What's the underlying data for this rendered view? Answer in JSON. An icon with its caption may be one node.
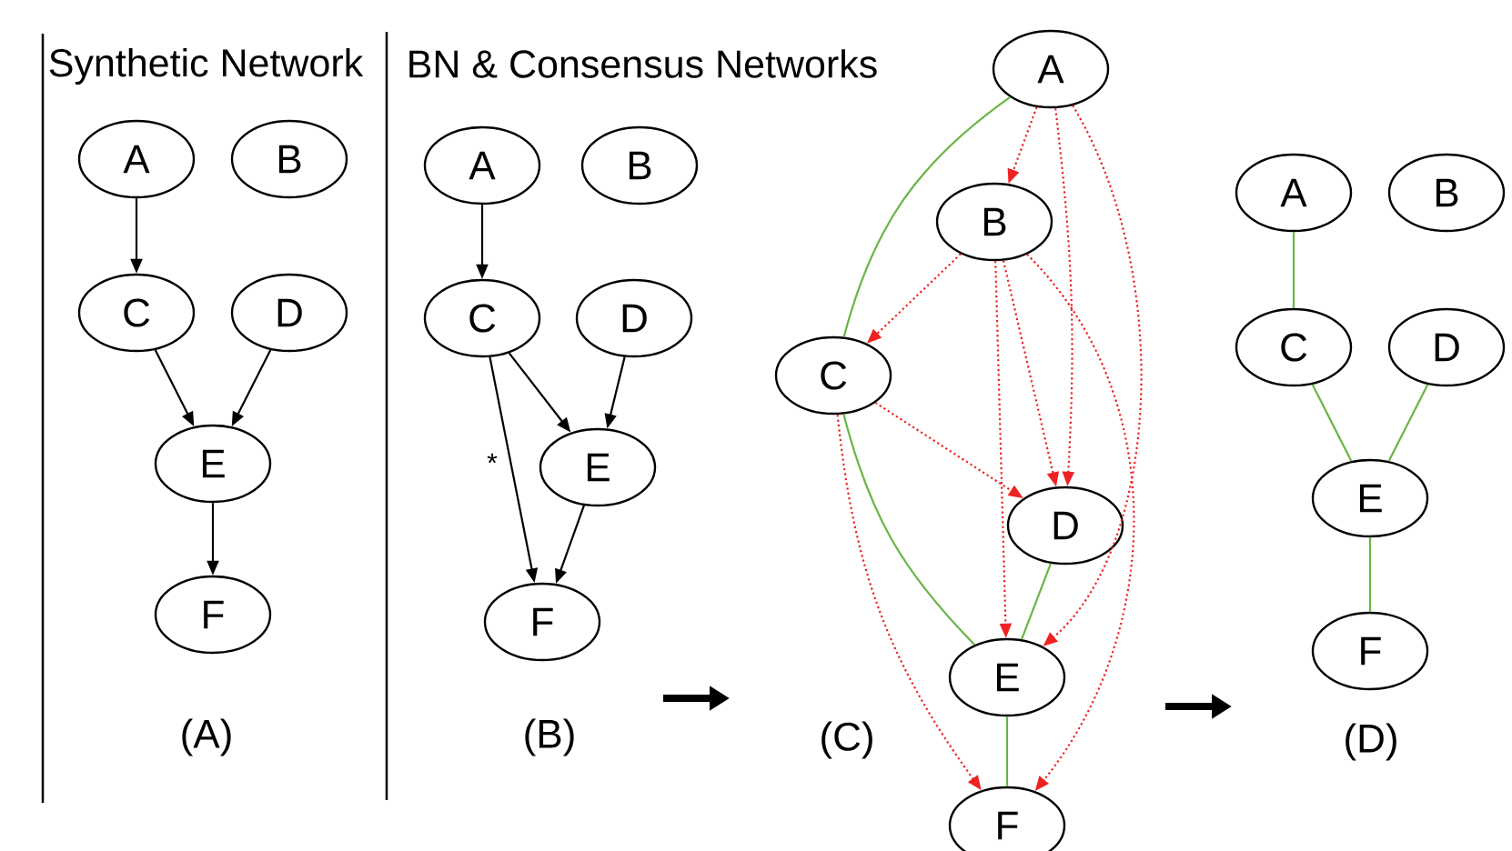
{
  "diagram": {
    "nodes": [
      {
        "text": [
          "A"
        ]
      },
      {
        "text": [
          "B"
        ]
      },
      {
        "text": [
          "C"
        ]
      },
      {
        "text": [
          "D"
        ]
      },
      {
        "text": [
          "E"
        ]
      },
      {
        "text": [
          "F"
        ]
      },
      {
        "text": [
          "A"
        ]
      },
      {
        "text": [
          "B"
        ]
      },
      {
        "text": [
          "C"
        ]
      },
      {
        "text": [
          "D"
        ]
      },
      {
        "text": [
          "E"
        ]
      },
      {
        "text": [
          "F"
        ]
      },
      {
        "text": [
          "A"
        ]
      },
      {
        "text": [
          "B"
        ]
      },
      {
        "text": [
          "C"
        ]
      },
      {
        "text": [
          "D"
        ]
      },
      {
        "text": [
          "E"
        ]
      },
      {
        "text": [
          "F"
        ]
      },
      {
        "text": [
          "A"
        ]
      },
      {
        "text": [
          "B"
        ]
      },
      {
        "text": [
          "C"
        ]
      },
      {
        "text": [
          "D"
        ]
      },
      {
        "text": [
          "E"
        ]
      },
      {
        "text": [
          "F"
        ]
      }
    ],
    "edges": [
      {
        "from": 0,
        "to": 2,
        "arrow": "to"
      },
      {
        "from": 2,
        "to": 4,
        "arrow": "to"
      },
      {
        "from": 3,
        "to": 4,
        "arrow": "to"
      },
      {
        "from": 4,
        "to": 5,
        "arrow": "to"
      },
      {
        "from": 6,
        "to": 8,
        "arrow": "to"
      },
      {
        "from": 8,
        "to": 10,
        "arrow": "to"
      },
      {
        "from": 9,
        "to": 10,
        "arrow": "to"
      },
      {
        "from": 8,
        "to": 11,
        "arrow": "to",
        "label": "*"
      },
      {
        "from": 10,
        "to": 11,
        "arrow": "to"
      },
      {
        "from": 12,
        "to": 14,
        "arrow": "none",
        "color": "#6ab545"
      },
      {
        "from": 14,
        "to": 16,
        "arrow": "none",
        "color": "#6ab545"
      },
      {
        "from": 15,
        "to": 16,
        "arrow": "none",
        "color": "#6ab545"
      },
      {
        "from": 16,
        "to": 17,
        "arrow": "none",
        "color": "#6ab545"
      },
      {
        "from": 12,
        "to": 13,
        "arrow": "to",
        "style": "dashed",
        "color": "#ee2222"
      },
      {
        "from": 12,
        "to": 15,
        "arrow": "to",
        "style": "dashed",
        "color": "#ee2222"
      },
      {
        "from": 12,
        "to": 16,
        "arrow": "to",
        "style": "dashed",
        "color": "#ee2222"
      },
      {
        "from": 13,
        "to": 14,
        "arrow": "to",
        "style": "dashed",
        "color": "#ee2222"
      },
      {
        "from": 13,
        "to": 15,
        "arrow": "to",
        "style": "dashed",
        "color": "#ee2222"
      },
      {
        "from": 13,
        "to": 16,
        "arrow": "to",
        "style": "dashed",
        "color": "#ee2222"
      },
      {
        "from": 13,
        "to": 17,
        "arrow": "to",
        "style": "dashed",
        "color": "#ee2222"
      },
      {
        "from": 14,
        "to": 15,
        "arrow": "to",
        "style": "dashed",
        "color": "#ee2222"
      },
      {
        "from": 14,
        "to": 17,
        "arrow": "to",
        "style": "dashed",
        "color": "#ee2222"
      },
      {
        "from": 18,
        "to": 20,
        "arrow": "none",
        "color": "#6ab545"
      },
      {
        "from": 20,
        "to": 22,
        "arrow": "none",
        "color": "#6ab545"
      },
      {
        "from": 21,
        "to": 22,
        "arrow": "none",
        "color": "#6ab545"
      },
      {
        "from": 22,
        "to": 23,
        "arrow": "none",
        "color": "#6ab545"
      }
    ],
    "labels": [
      "Synthetic Network",
      "BN & Consensus Networks",
      "(A)",
      "(B)",
      "(C)",
      "(D)"
    ]
  }
}
